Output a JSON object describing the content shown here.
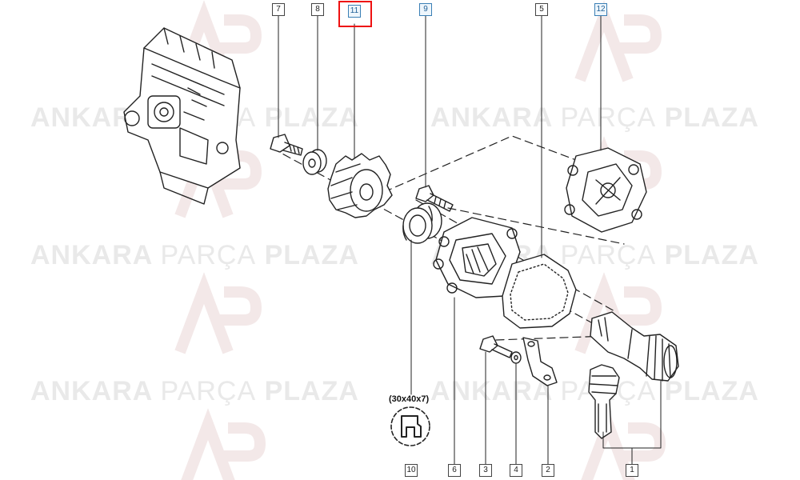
{
  "watermark": {
    "word1": "ANKARA",
    "word2": "PARÇA",
    "word3": "PLAZA",
    "logo": "AP"
  },
  "callouts": {
    "c7": "7",
    "c8": "8",
    "c11": "11",
    "c9": "9",
    "c5": "5",
    "c12": "12",
    "c10": "10",
    "c6": "6",
    "c3": "3",
    "c4": "4",
    "c2": "2",
    "c1": "1"
  },
  "seal_size_label": "(30x40x7)",
  "colors": {
    "line": "#222222",
    "highlight": "#e11111",
    "callout_blue": "#3a7fb5",
    "watermark": "#e9e9e9"
  }
}
